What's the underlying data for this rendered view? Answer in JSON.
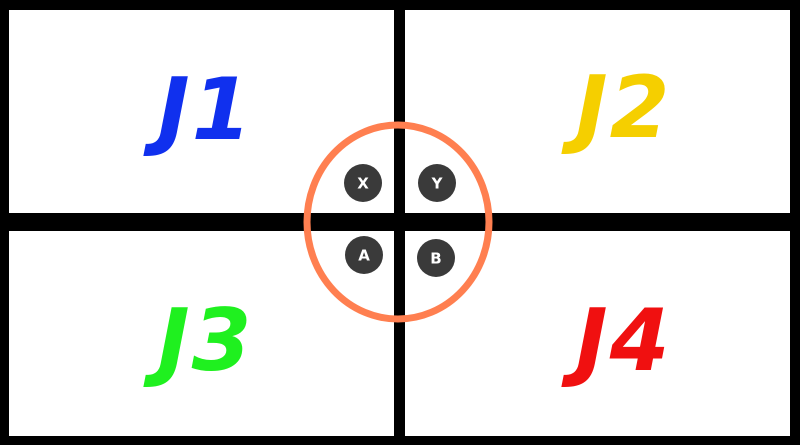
{
  "players": [
    {
      "label": "J1",
      "color": "#1030ee"
    },
    {
      "label": "J2",
      "color": "#f5cf00"
    },
    {
      "label": "J3",
      "color": "#1ff01f"
    },
    {
      "label": "J4",
      "color": "#f01010"
    }
  ],
  "controller": {
    "ring_color": "#ff7f50",
    "button_color": "#3a3a3a",
    "button_text_color": "#ffffff",
    "buttons": [
      {
        "letter": "X"
      },
      {
        "letter": "Y"
      },
      {
        "letter": "A"
      },
      {
        "letter": "B"
      }
    ]
  }
}
